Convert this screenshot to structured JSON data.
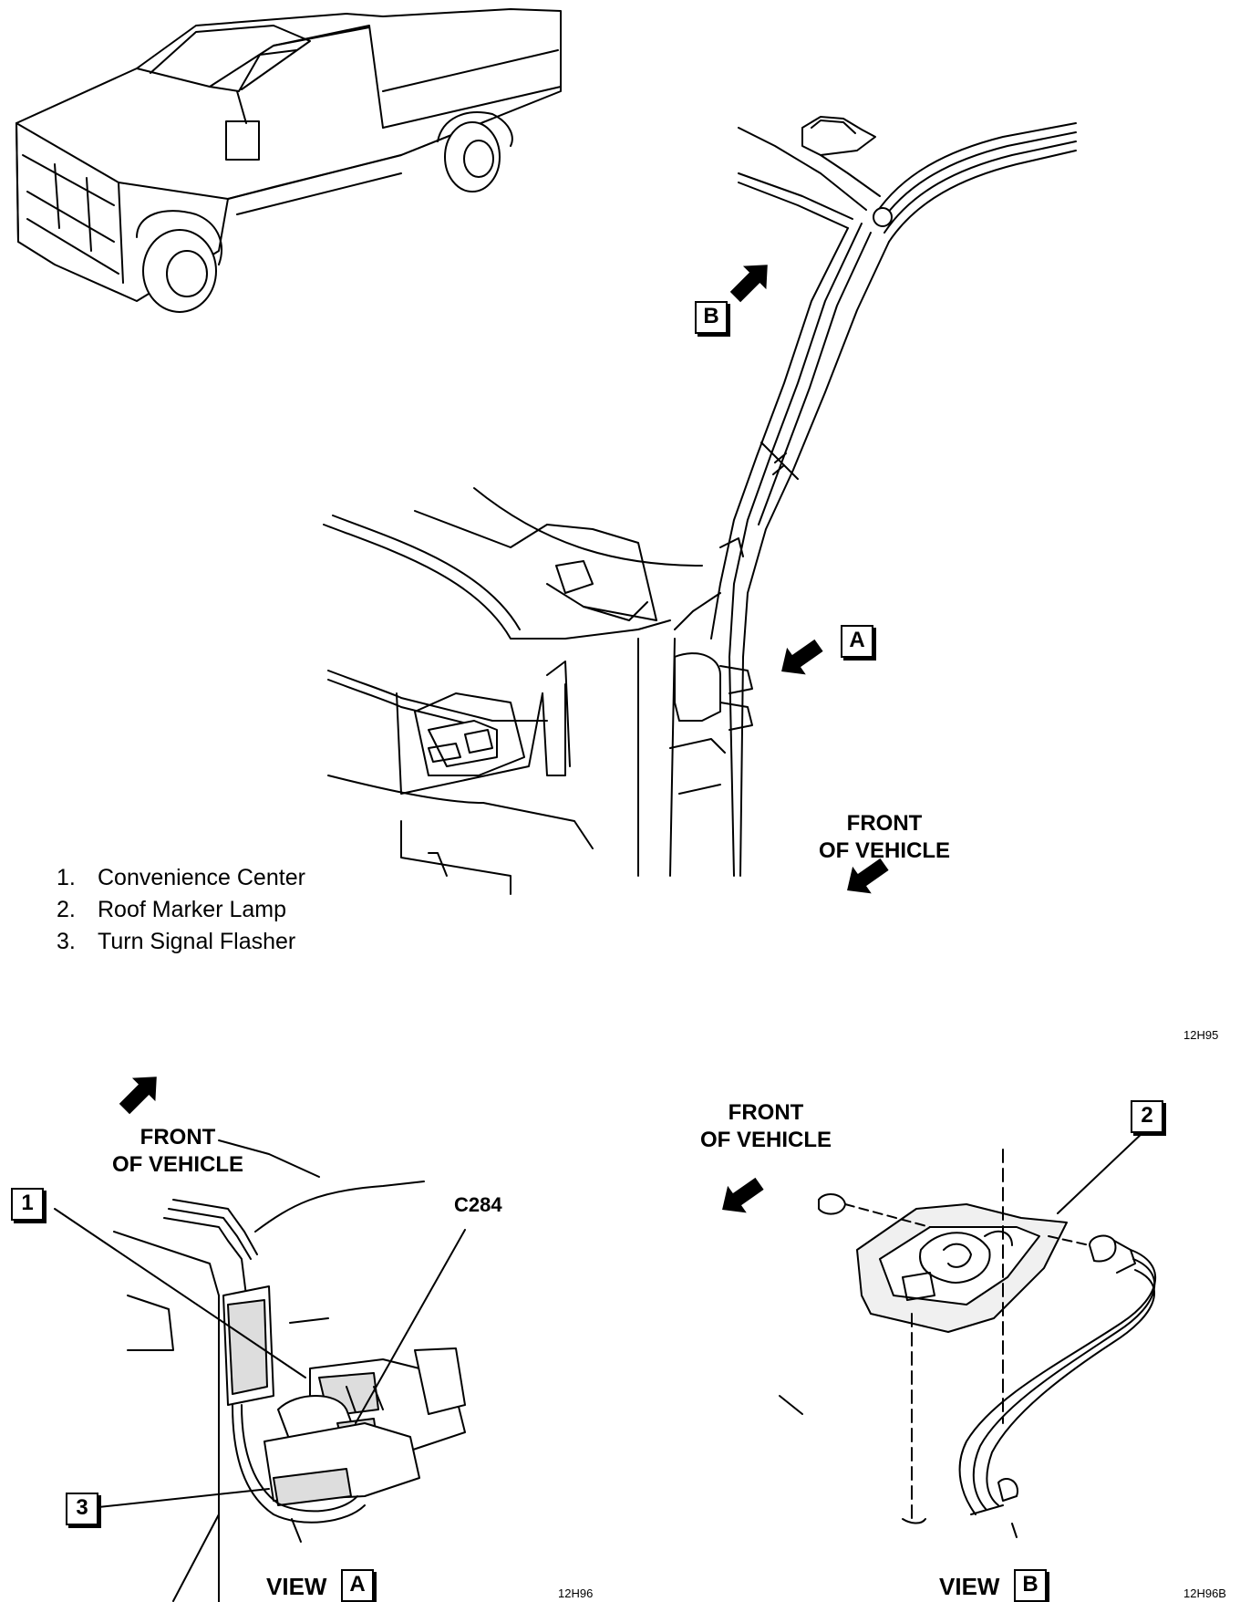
{
  "legend": [
    {
      "num": "1.",
      "label": "Convenience Center"
    },
    {
      "num": "2.",
      "label": "Roof Marker Lamp"
    },
    {
      "num": "3.",
      "label": "Turn Signal Flasher"
    }
  ],
  "main": {
    "front_line1": "FRONT",
    "front_line2": "OF VEHICLE",
    "callout_a": "A",
    "callout_b": "B",
    "figure_code": "12H95"
  },
  "view_a": {
    "front_line1": "FRONT",
    "front_line2": "OF VEHICLE",
    "callout_1": "1",
    "callout_3": "3",
    "connector_label": "C284",
    "view_word": "VIEW",
    "view_letter": "A",
    "figure_code": "12H96"
  },
  "view_b": {
    "front_line1": "FRONT",
    "front_line2": "OF VEHICLE",
    "callout_2": "2",
    "view_word": "VIEW",
    "view_letter": "B",
    "figure_code": "12H96B"
  }
}
